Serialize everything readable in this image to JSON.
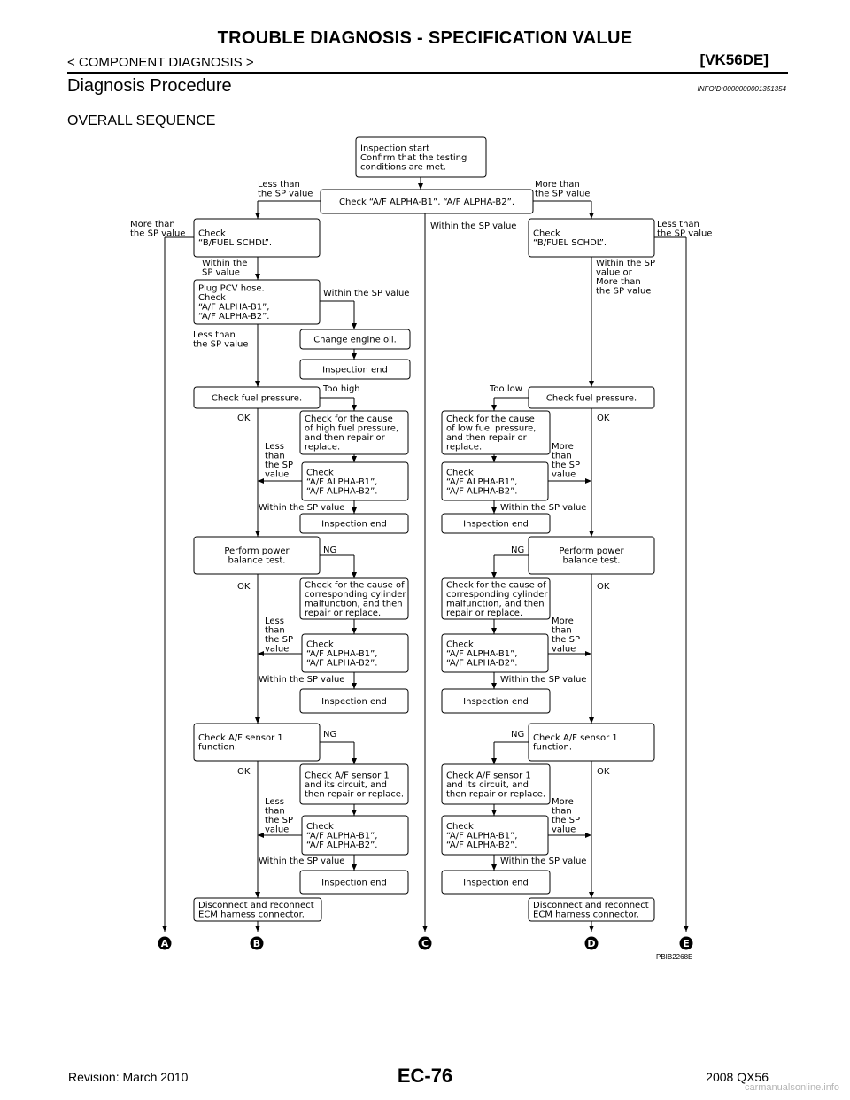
{
  "header": {
    "title": "TROUBLE DIAGNOSIS - SPECIFICATION VALUE",
    "breadcrumb": "< COMPONENT DIAGNOSIS >",
    "model": "[VK56DE]"
  },
  "section": {
    "title": "Diagnosis Procedure",
    "info_id": "INFOID:0000000001351354",
    "subtitle": "OVERALL SEQUENCE"
  },
  "flowchart": {
    "boxes": [
      {
        "id": "start",
        "lines": [
          "Inspection start",
          "Confirm that the testing",
          "conditions are met."
        ]
      },
      {
        "id": "check_alpha_top",
        "lines": [
          "Check “A/F ALPHA-B1”, “A/F ALPHA-B2”."
        ]
      },
      {
        "id": "left_sched",
        "lines": [
          "Check",
          "“B/FUEL SCHDL”."
        ]
      },
      {
        "id": "right_sched",
        "lines": [
          "Check",
          "“B/FUEL SCHDL”."
        ]
      },
      {
        "id": "pcv",
        "lines": [
          "Plug PCV hose.",
          "Check",
          "“A/F ALPHA-B1”,",
          "“A/F ALPHA-B2”."
        ]
      },
      {
        "id": "oil",
        "lines": [
          "Change engine oil."
        ]
      },
      {
        "id": "end1",
        "lines": [
          "Inspection end"
        ]
      },
      {
        "id": "lfuel",
        "lines": [
          "Check fuel pressure."
        ]
      },
      {
        "id": "rfuel",
        "lines": [
          "Check fuel pressure."
        ]
      },
      {
        "id": "lcause_fuel",
        "lines": [
          "Check for the cause",
          "of high fuel pressure,",
          "and then repair or",
          "replace."
        ]
      },
      {
        "id": "rcause_fuel",
        "lines": [
          "Check for the cause",
          "of low fuel pressure,",
          "and then repair or",
          "replace."
        ]
      },
      {
        "id": "lalpha1",
        "lines": [
          "Check",
          "“A/F ALPHA-B1”,",
          "“A/F ALPHA-B2”."
        ]
      },
      {
        "id": "ralpha1",
        "lines": [
          "Check",
          "“A/F ALPHA-B1”,",
          "“A/F ALPHA-B2”."
        ]
      },
      {
        "id": "lend1",
        "lines": [
          "Inspection end"
        ]
      },
      {
        "id": "rend1",
        "lines": [
          "Inspection end"
        ]
      },
      {
        "id": "lpower",
        "lines": [
          "Perform power",
          "balance test."
        ]
      },
      {
        "id": "rpower",
        "lines": [
          "Perform power",
          "balance test."
        ]
      },
      {
        "id": "lcause_cyl",
        "lines": [
          "Check for the cause of",
          "corresponding cylinder",
          "malfunction, and then",
          "repair or replace."
        ]
      },
      {
        "id": "rcause_cyl",
        "lines": [
          "Check for the cause of",
          "corresponding cylinder",
          "malfunction, and then",
          "repair or replace."
        ]
      },
      {
        "id": "lalpha2",
        "lines": [
          "Check",
          "“A/F ALPHA-B1”,",
          "“A/F ALPHA-B2”."
        ]
      },
      {
        "id": "ralpha2",
        "lines": [
          "Check",
          "“A/F ALPHA-B1”,",
          "“A/F ALPHA-B2”."
        ]
      },
      {
        "id": "lend2",
        "lines": [
          "Inspection end"
        ]
      },
      {
        "id": "rend2",
        "lines": [
          "Inspection end"
        ]
      },
      {
        "id": "lsensor",
        "lines": [
          "Check A/F sensor 1",
          "function."
        ]
      },
      {
        "id": "rsensor",
        "lines": [
          "Check A/F sensor 1",
          "function."
        ]
      },
      {
        "id": "lcause_sensor",
        "lines": [
          "Check A/F sensor 1",
          "and its circuit, and",
          "then repair or replace."
        ]
      },
      {
        "id": "rcause_sensor",
        "lines": [
          "Check A/F sensor 1",
          "and its circuit, and",
          "then repair or replace."
        ]
      },
      {
        "id": "lalpha3",
        "lines": [
          "Check",
          "“A/F ALPHA-B1”,",
          "“A/F ALPHA-B2”."
        ]
      },
      {
        "id": "ralpha3",
        "lines": [
          "Check",
          "“A/F ALPHA-B1”,",
          "“A/F ALPHA-B2”."
        ]
      },
      {
        "id": "lend3",
        "lines": [
          "Inspection end"
        ]
      },
      {
        "id": "rend3",
        "lines": [
          "Inspection end"
        ]
      },
      {
        "id": "ldisc",
        "lines": [
          "Disconnect and reconnect",
          "ECM harness connector."
        ]
      },
      {
        "id": "rdisc",
        "lines": [
          "Disconnect and reconnect",
          "ECM harness connector."
        ]
      }
    ],
    "labels": [
      {
        "id": "l_less_top",
        "lines": [
          "Less than",
          "the SP value"
        ]
      },
      {
        "id": "l_more_top",
        "lines": [
          "More than",
          "the SP value"
        ]
      },
      {
        "id": "l_more_farleft",
        "lines": [
          "More than",
          "the SP value"
        ]
      },
      {
        "id": "l_within_center",
        "lines": [
          "Within the SP value"
        ]
      },
      {
        "id": "l_less_farright",
        "lines": [
          "Less than",
          "the SP value"
        ]
      },
      {
        "id": "l_within_left",
        "lines": [
          "Within the",
          "SP value"
        ]
      },
      {
        "id": "l_within_right_multi",
        "lines": [
          "Within the SP",
          "value or",
          "More than",
          "the SP value"
        ]
      },
      {
        "id": "l_within_pcv",
        "lines": [
          "Within the SP value"
        ]
      },
      {
        "id": "l_less_pcv",
        "lines": [
          "Less than",
          "the SP value"
        ]
      },
      {
        "id": "l_toohigh",
        "lines": [
          "Too high"
        ]
      },
      {
        "id": "l_toolow",
        "lines": [
          "Too low"
        ]
      },
      {
        "id": "l_ok1",
        "lines": [
          "OK"
        ]
      },
      {
        "id": "r_ok1",
        "lines": [
          "OK"
        ]
      },
      {
        "id": "l_less1",
        "lines": [
          "Less",
          "than",
          "the SP",
          "value"
        ]
      },
      {
        "id": "r_more1",
        "lines": [
          "More",
          "than",
          "the SP",
          "value"
        ]
      },
      {
        "id": "l_within1",
        "lines": [
          "Within the SP value"
        ]
      },
      {
        "id": "r_within1",
        "lines": [
          "Within the SP value"
        ]
      },
      {
        "id": "l_ng2",
        "lines": [
          "NG"
        ]
      },
      {
        "id": "r_ng2",
        "lines": [
          "NG"
        ]
      },
      {
        "id": "l_ok2",
        "lines": [
          "OK"
        ]
      },
      {
        "id": "r_ok2",
        "lines": [
          "OK"
        ]
      },
      {
        "id": "l_less2",
        "lines": [
          "Less",
          "than",
          "the SP",
          "value"
        ]
      },
      {
        "id": "r_more2",
        "lines": [
          "More",
          "than",
          "the SP",
          "value"
        ]
      },
      {
        "id": "l_within2",
        "lines": [
          "Within the SP value"
        ]
      },
      {
        "id": "r_within2",
        "lines": [
          "Within the SP value"
        ]
      },
      {
        "id": "l_ng3",
        "lines": [
          "NG"
        ]
      },
      {
        "id": "r_ng3",
        "lines": [
          "NG"
        ]
      },
      {
        "id": "l_ok3",
        "lines": [
          "OK"
        ]
      },
      {
        "id": "r_ok3",
        "lines": [
          "OK"
        ]
      },
      {
        "id": "l_less3",
        "lines": [
          "Less",
          "than",
          "the SP",
          "value"
        ]
      },
      {
        "id": "r_more3",
        "lines": [
          "More",
          "than",
          "the SP",
          "value"
        ]
      },
      {
        "id": "l_within3",
        "lines": [
          "Within the SP value"
        ]
      },
      {
        "id": "r_within3",
        "lines": [
          "Within the SP value"
        ]
      }
    ],
    "connectors": [
      "A",
      "B",
      "C",
      "D",
      "E"
    ],
    "figure_id": "PBIB2268E"
  },
  "footer": {
    "revision": "Revision: March 2010",
    "page": "EC-76",
    "vehicle": "2008 QX56",
    "watermark": "carmanualsonline.info"
  }
}
